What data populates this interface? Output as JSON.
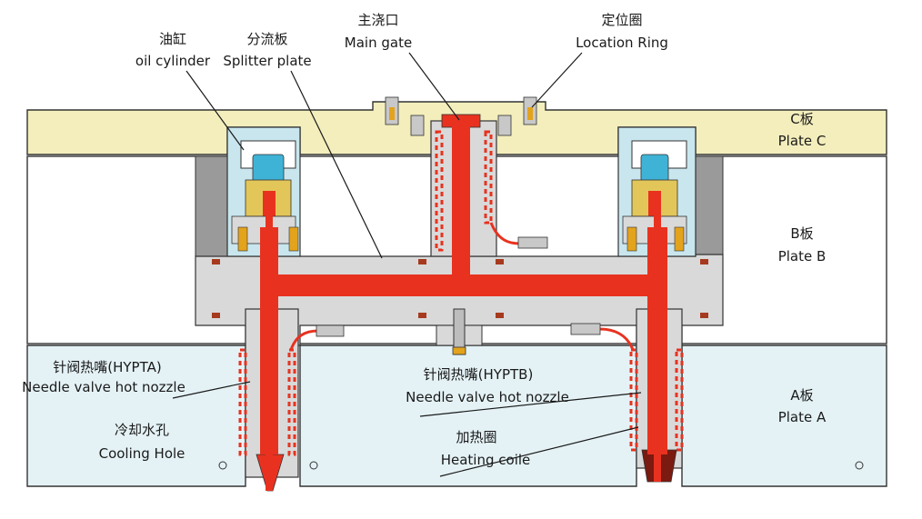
{
  "labels": {
    "oil_cylinder": {
      "cn": "油缸",
      "en": "oil cylinder"
    },
    "splitter_plate": {
      "cn": "分流板",
      "en": "Splitter plate"
    },
    "main_gate": {
      "cn": "主浇口",
      "en": "Main gate"
    },
    "location_ring": {
      "cn": "定位圈",
      "en": "Location Ring"
    },
    "plate_c": {
      "cn": "C板",
      "en": "Plate C"
    },
    "plate_b": {
      "cn": "B板",
      "en": "Plate B"
    },
    "plate_a": {
      "cn": "A板",
      "en": "Plate A"
    },
    "nozzle_a": {
      "cn": "针阀热嘴(HYPTA)",
      "en": "Needle valve hot nozzle"
    },
    "nozzle_b": {
      "cn": "针阀热嘴(HYPTB)",
      "en": "Needle valve hot nozzle"
    },
    "cooling_hole": {
      "cn": "冷却水孔",
      "en": "Cooling Hole"
    },
    "heating_coil": {
      "cn": "加热圈",
      "en": "Heating coile"
    }
  },
  "colors": {
    "plate_c": "#f3eebc",
    "plate_b": "#ffffff",
    "plate_a": "#e4f2f6",
    "manifold": "#d9d9d9",
    "melt": "#e8321f",
    "cylinder": "#c9e6ee",
    "piston": "#3fb3d6",
    "outline": "#333333"
  }
}
